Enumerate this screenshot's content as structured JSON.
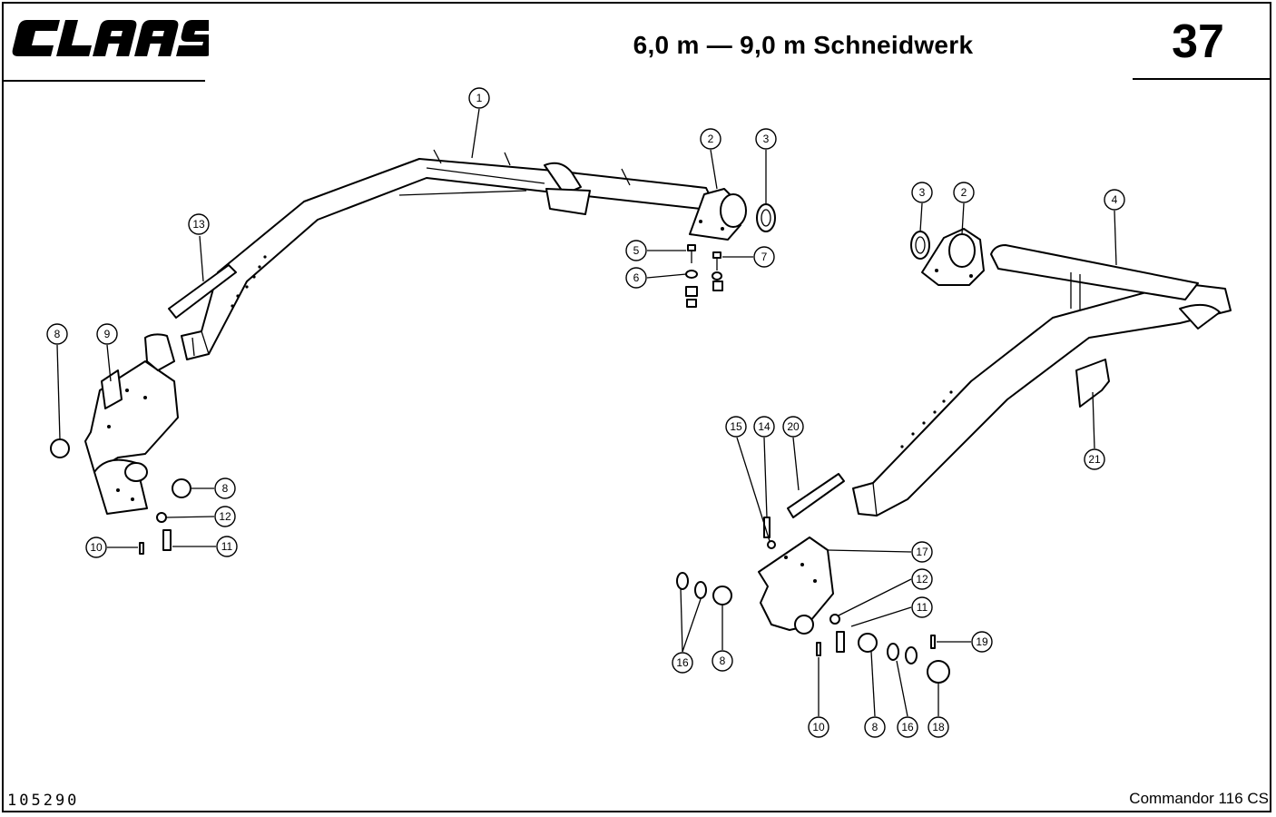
{
  "header": {
    "brand": "CLAAS",
    "title": "6,0 m — 9,0 m Schneidwerk",
    "page_number": "37"
  },
  "footer": {
    "doc_number": "105290",
    "model": "Commandor 116 CS"
  },
  "callouts": [
    "1",
    "2",
    "3",
    "5",
    "6",
    "7",
    "13",
    "8",
    "9",
    "12",
    "10",
    "11",
    "3",
    "2",
    "4",
    "21",
    "15",
    "14",
    "20",
    "17",
    "12",
    "11",
    "19",
    "16",
    "8",
    "10",
    "8",
    "16",
    "18"
  ]
}
